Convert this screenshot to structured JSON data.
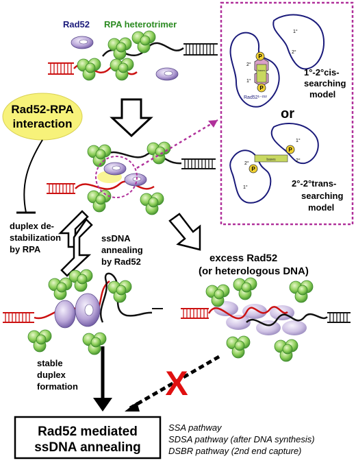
{
  "legend": {
    "rad52": "Rad52",
    "rpa": "RPA heterotrimer"
  },
  "interaction": {
    "line1": "Rad52-RPA",
    "line2": "interaction"
  },
  "destab": {
    "line1": "duplex de-",
    "line2": "stabilization",
    "line3": "by RPA"
  },
  "annealing": {
    "line1": "ssDNA",
    "line2": "annealing",
    "line3": "by Rad52"
  },
  "excess": {
    "line1": "excess Rad52",
    "line2": "(or heterologous DNA)"
  },
  "stable": {
    "line1": "stable",
    "line2": "duplex",
    "line3": "formation"
  },
  "result": {
    "line1": "Rad52 mediated",
    "line2": "ssDNA annealing"
  },
  "pathways": [
    "SSA pathway",
    "SDSA pathway (after DNA synthesis)",
    "DSBR pathway (2nd end capture)"
  ],
  "inset": {
    "or": "or",
    "model1": [
      "1°-2°cis-",
      "searching",
      "model"
    ],
    "model2": [
      "2°-2°trans-",
      "searching",
      "model"
    ],
    "label_1": "1°",
    "label_2": "2°",
    "p_label": "P",
    "rad52_fragment": "Rad52¹⁻²¹²",
    "bases": "bases"
  },
  "blocked_mark": "X",
  "colors": {
    "rad52_purple": "#b9a6d8",
    "rpa_green": "#8ecf5a",
    "rpa_dark": "#3c8a2a",
    "dna_red": "#cc1111",
    "oval_yellow": "#f7f27a",
    "inset_border": "#b0309a",
    "protein_outline": "#1a1a7a",
    "x_red": "#e01010"
  }
}
